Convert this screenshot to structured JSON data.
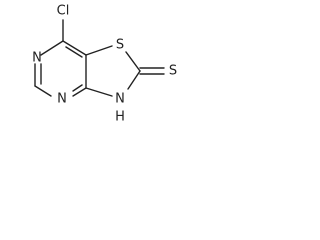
{
  "molecule": {
    "atoms": {
      "cl": "Cl",
      "n_top": "N",
      "n_bottom": "N",
      "s_ring": "S",
      "s_thione": "S",
      "nh": "H",
      "nh_n": "N"
    }
  }
}
